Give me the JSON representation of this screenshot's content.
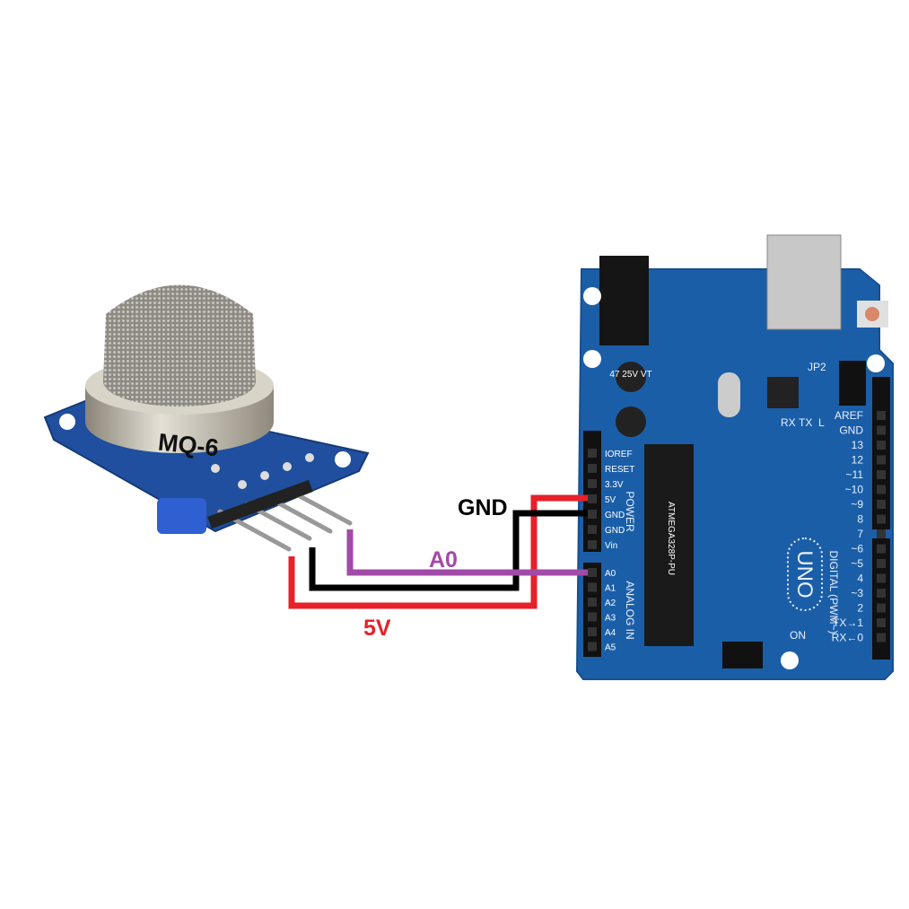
{
  "sensor": {
    "label": "MQ-6"
  },
  "board": {
    "logo": "UNO",
    "digital_label": "DIGITAL (PWM~)",
    "power_label": "POWER",
    "analog_label": "ANALOG IN",
    "power_pins": [
      "IOREF",
      "RESET",
      "3.3V",
      "5V",
      "GND",
      "GND",
      "Vin"
    ],
    "analog_pins": [
      "A0",
      "A1",
      "A2",
      "A3",
      "A4",
      "A5"
    ],
    "digital_pins": [
      "AREF",
      "GND",
      "13",
      "12",
      "~11",
      "~10",
      "~9",
      "8",
      "7",
      "~6",
      "~5",
      "4",
      "~3",
      "2",
      "TX→1",
      "RX←0"
    ],
    "chip_text": "ATMEGA328P-PU",
    "capacitor_text": "47 25V VT",
    "jp2": "JP2",
    "on": "ON",
    "led_rx": "RX",
    "led_tx": "TX",
    "led_l": "L"
  },
  "wires": [
    {
      "label": "5V",
      "color": "#e8202a"
    },
    {
      "label": "GND",
      "color": "#000000"
    },
    {
      "label": "A0",
      "color": "#a14aa8"
    }
  ],
  "colors": {
    "board": "#1b5ea8",
    "sensor_pcb": "#1f4f9e",
    "metal": "#b9b4a8"
  }
}
